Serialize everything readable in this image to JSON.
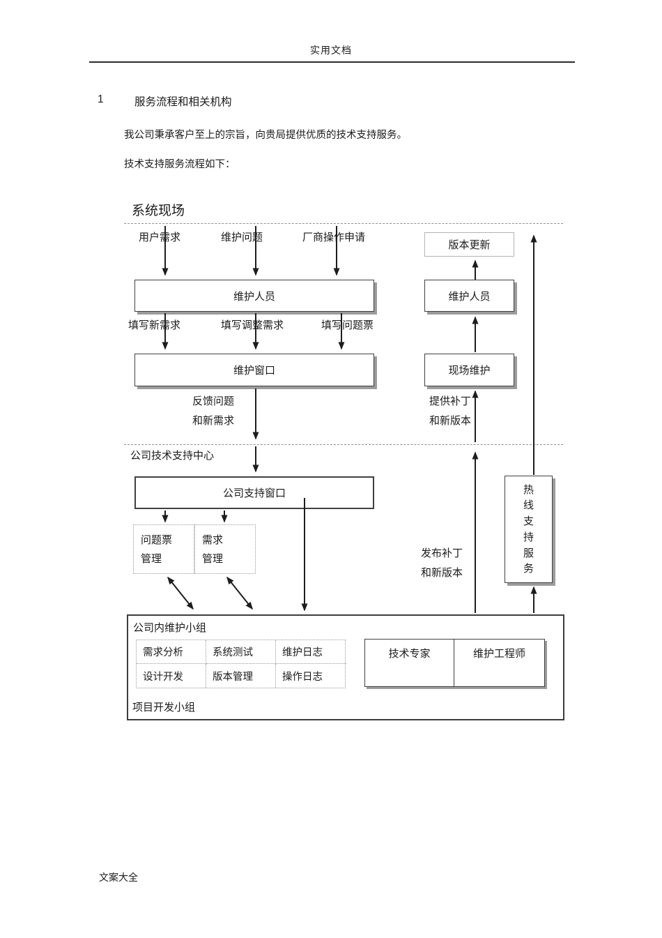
{
  "page": {
    "header_title": "实用文档",
    "footer_text": "文案大全"
  },
  "section": {
    "number": "1",
    "title": "服务流程和相关机构"
  },
  "intro": {
    "line1": "我公司秉承客户至上的宗旨，向贵局提供优质的技术支持服务。",
    "line2": "技术支持服务流程如下："
  },
  "diagram": {
    "zone_site_label": "系统现场",
    "zone_center_label": "公司技术支持中心",
    "input_labels": [
      "用户需求",
      "维护问题",
      "厂商操作申请"
    ],
    "boxes": {
      "version_update": "版本更新",
      "maintainer_left": "维护人员",
      "maintainer_right": "维护人员",
      "maintain_window": "维护窗口",
      "site_maintain": "现场维护",
      "support_window": "公司支持窗口",
      "ticket_mgmt": [
        "问题票",
        "管理"
      ],
      "req_mgmt": [
        "需求",
        "管理"
      ],
      "hotline": [
        "热",
        "线",
        "支",
        "持",
        "服",
        "务"
      ]
    },
    "edge_labels": {
      "fill_new_req": "填写新需求",
      "fill_adjust_req": "填写调整需求",
      "fill_ticket": "填写问题票",
      "feedback_1": "反馈问题",
      "feedback_2": "和新需求",
      "provide_patch_1": "提供补丁",
      "provide_patch_2": "和新版本",
      "publish_patch_1": "发布补丁",
      "publish_patch_2": "和新版本"
    },
    "maintenance_group": {
      "title": "公司内维护小组",
      "grid": [
        [
          "需求分析",
          "系统测试",
          "维护日志"
        ],
        [
          "设计开发",
          "版本管理",
          "操作日志"
        ]
      ],
      "experts": [
        "技术专家",
        "维护工程师"
      ],
      "dev_group_label": "项目开发小组"
    }
  }
}
